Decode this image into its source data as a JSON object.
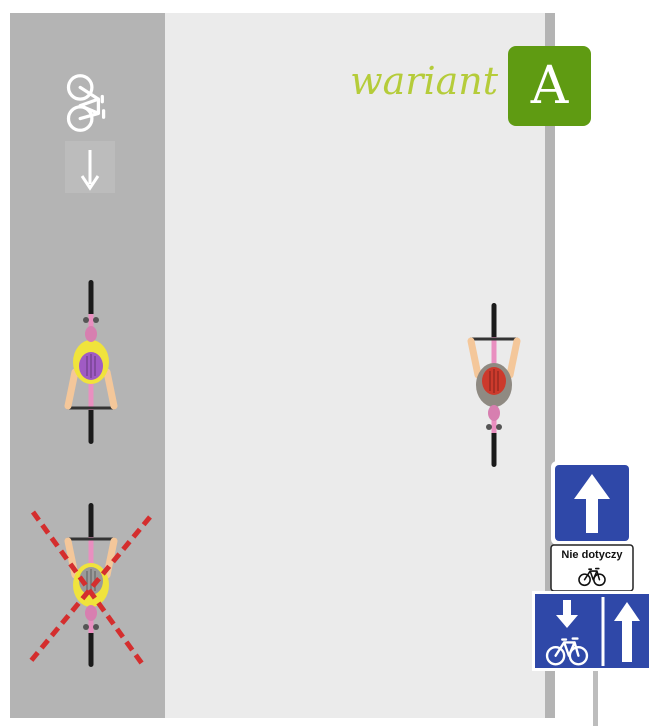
{
  "variant": {
    "label": "wariant",
    "letter": "A"
  },
  "sign": {
    "exception_text": "Nie dotyczy"
  },
  "colors": {
    "lane": "#b4b4b4",
    "road": "#ebebeb",
    "variant_text": "#b5cc3a",
    "variant_badge": "#5f9b12",
    "sign_blue": "#2f48a8",
    "cross_red": "#d42e2e",
    "bike_pink": "#e98fc0",
    "helmet_purple": "#a05bc4",
    "helmet_red": "#cc3a2c",
    "helmet_grey": "#9a9a9a",
    "jersey_yellow": "#f0e33c",
    "jersey_grey": "#8f8a82",
    "skin": "#f4c79a"
  },
  "icons": {
    "lane_marking": "bicycle-pictogram-icon",
    "lane_direction": "arrow-down-icon",
    "crossed_out": "red-cross-icon",
    "one_way": "one-way-arrow-up-sign",
    "contraflow": "bicycle-contraflow-sign"
  }
}
